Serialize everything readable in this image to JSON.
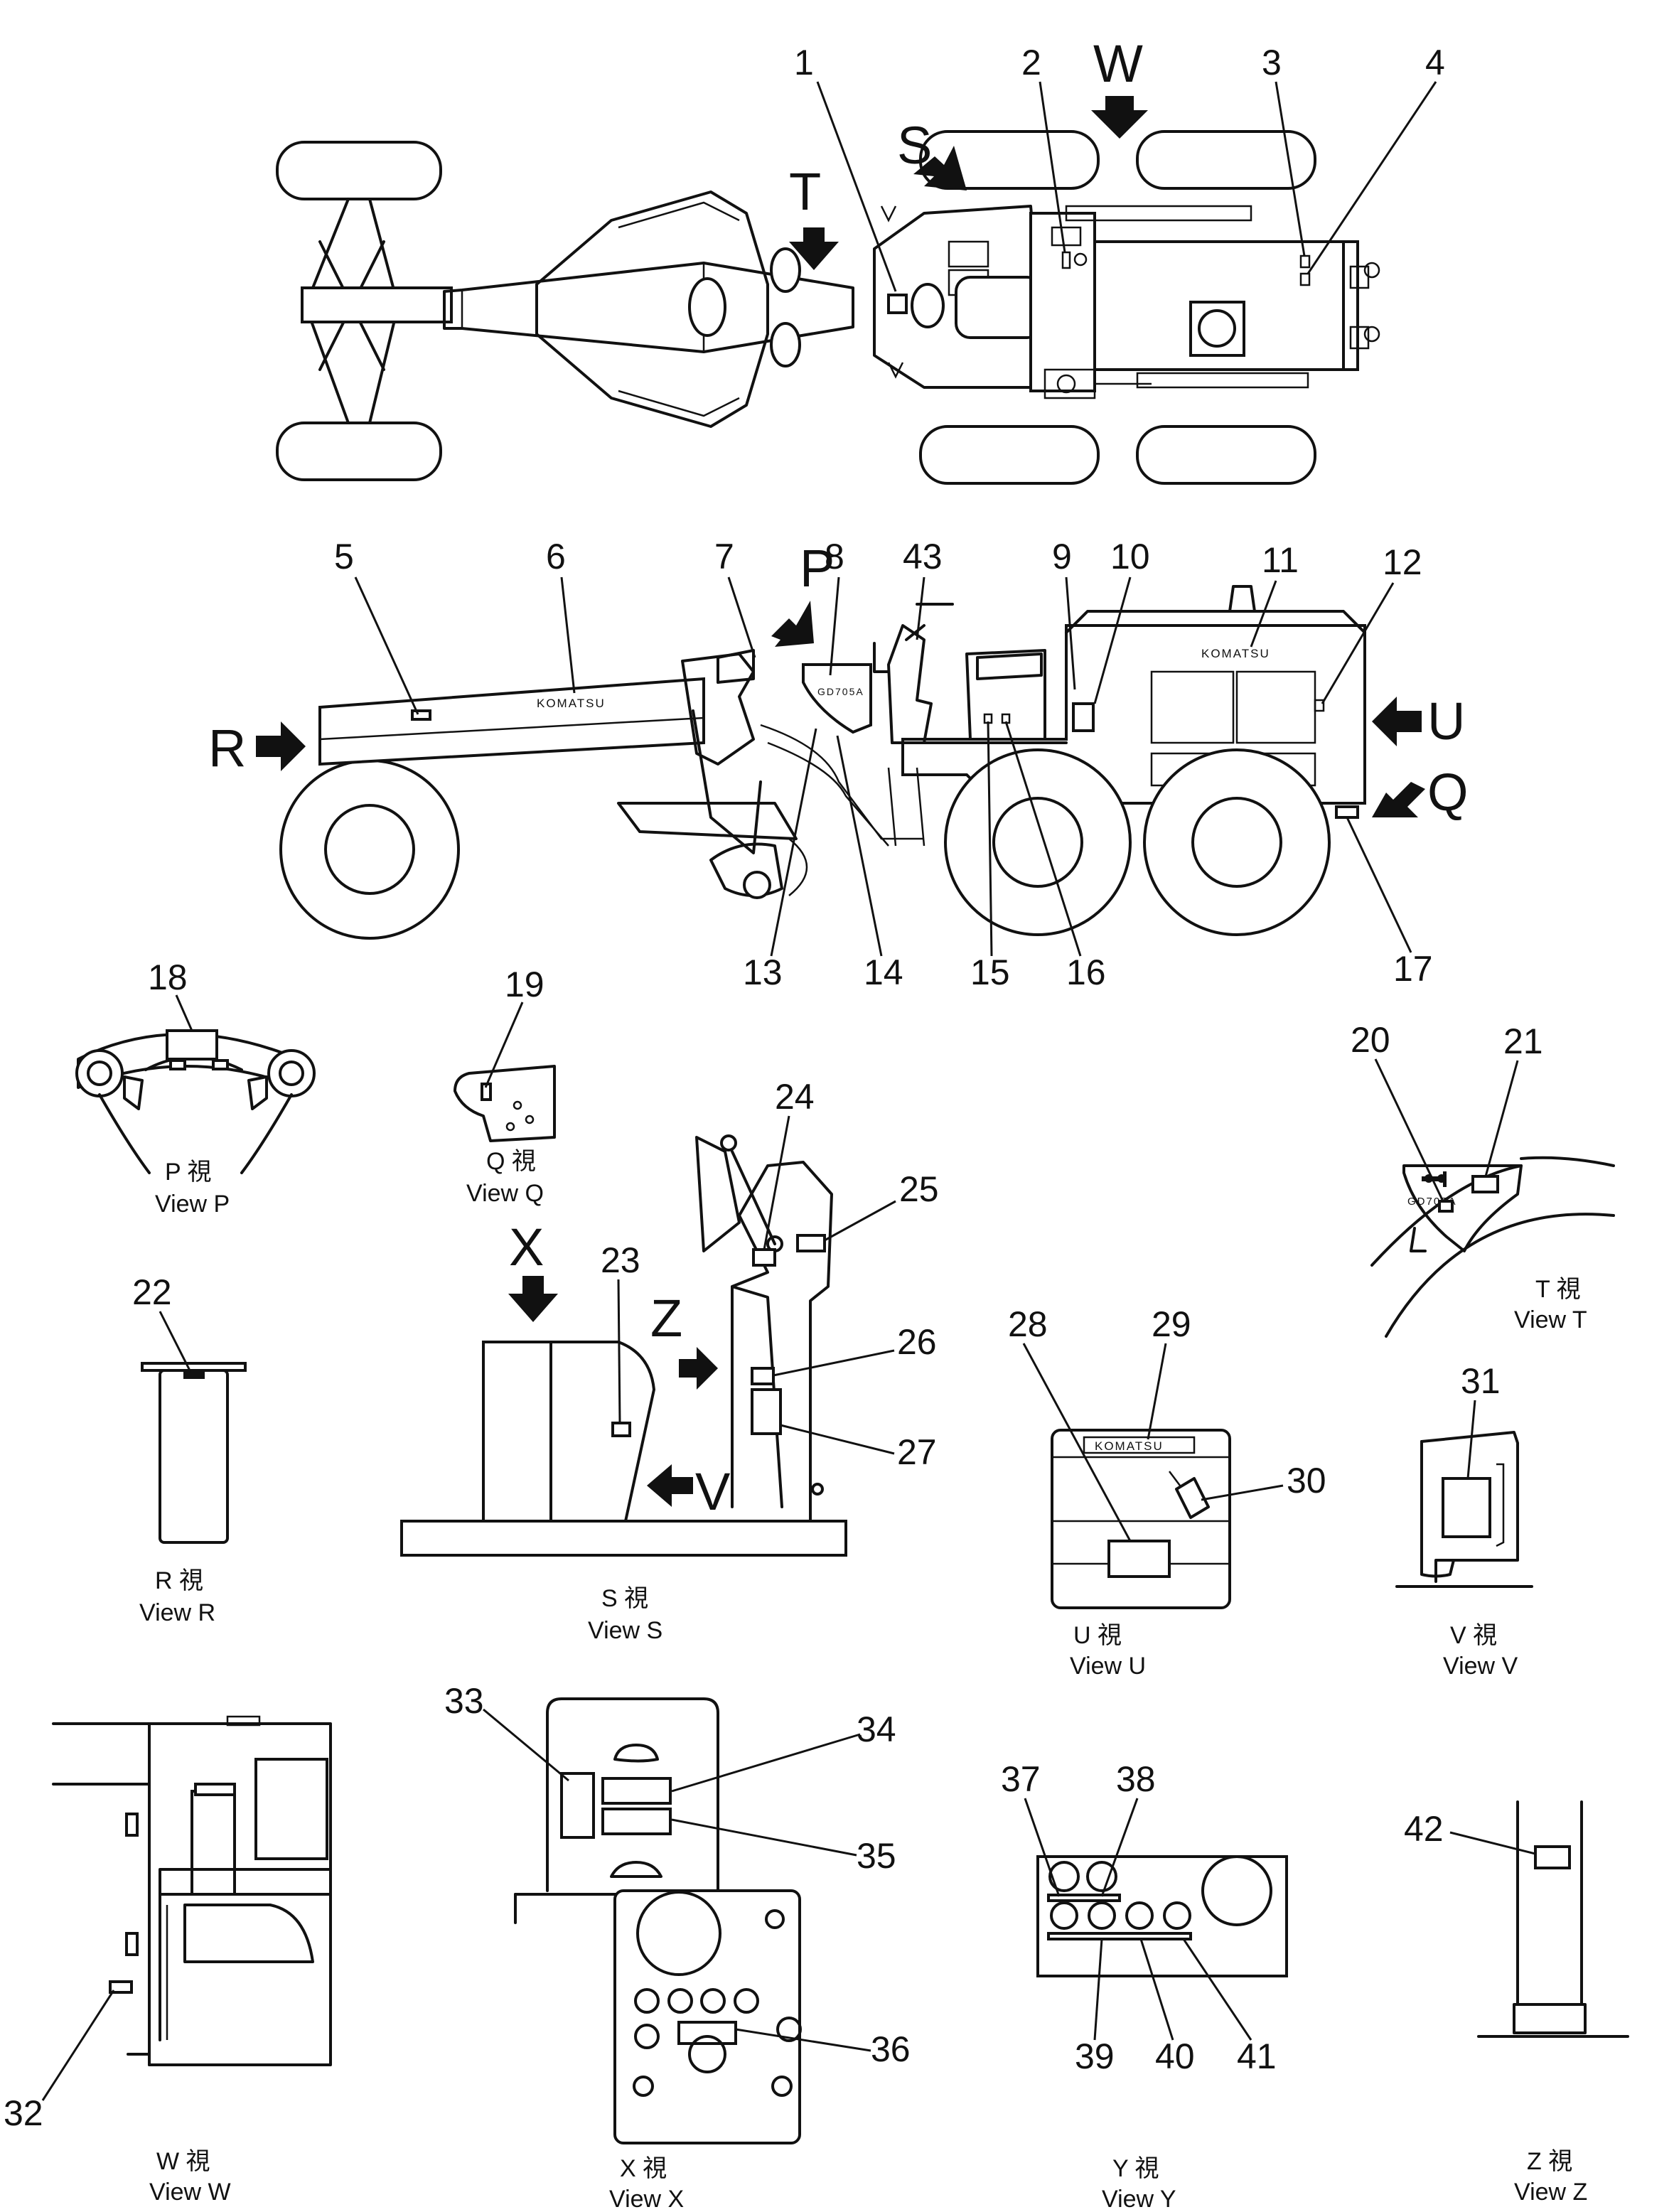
{
  "callouts": {
    "n1": "1",
    "n2": "2",
    "n3": "3",
    "n4": "4",
    "n5": "5",
    "n6": "6",
    "n7": "7",
    "n8": "8",
    "n9": "9",
    "n10": "10",
    "n11": "11",
    "n12": "12",
    "n13": "13",
    "n14": "14",
    "n15": "15",
    "n16": "16",
    "n17": "17",
    "n18": "18",
    "n19": "19",
    "n20": "20",
    "n21": "21",
    "n22": "22",
    "n23": "23",
    "n24": "24",
    "n25": "25",
    "n26": "26",
    "n27": "27",
    "n28": "28",
    "n29": "29",
    "n30": "30",
    "n31": "31",
    "n32": "32",
    "n33": "33",
    "n34": "34",
    "n35": "35",
    "n36": "36",
    "n37": "37",
    "n38": "38",
    "n39": "39",
    "n40": "40",
    "n41": "41",
    "n42": "42",
    "n43": "43"
  },
  "view_arrows": {
    "W": "W",
    "S": "S",
    "T": "T",
    "P": "P",
    "R": "R",
    "U": "U",
    "Q": "Q",
    "X": "X",
    "Z": "Z",
    "V": "V"
  },
  "machine_labels": {
    "brand": "KOMATSU",
    "model": "GD705A"
  },
  "views": {
    "P": {
      "jp": "P 視",
      "en": "View P"
    },
    "Q": {
      "jp": "Q 視",
      "en": "View Q"
    },
    "R": {
      "jp": "R 視",
      "en": "View R"
    },
    "S": {
      "jp": "S 視",
      "en": "View S"
    },
    "T": {
      "jp": "T 視",
      "en": "View T"
    },
    "U": {
      "jp": "U 視",
      "en": "View U"
    },
    "V": {
      "jp": "V 視",
      "en": "View V"
    },
    "W": {
      "jp": "W 視",
      "en": "View W"
    },
    "X": {
      "jp": "X 視",
      "en": "View X"
    },
    "Y": {
      "jp": "Y 視",
      "en": "View Y"
    },
    "Z": {
      "jp": "Z 視",
      "en": "View Z"
    }
  }
}
